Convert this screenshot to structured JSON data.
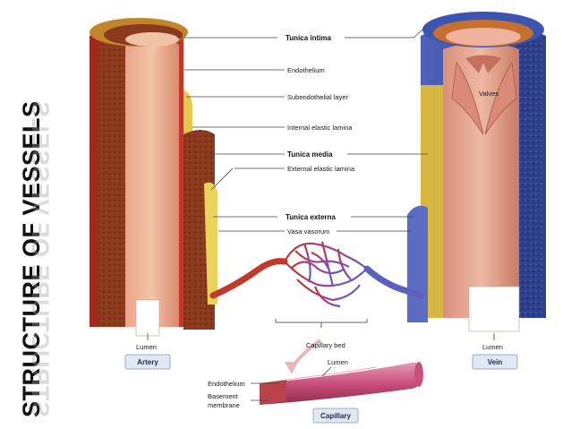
{
  "title": "STRUCTURE OF VESSELS",
  "labels": {
    "tunica_intima": "Tunica intima",
    "endothelium": "Endothelium",
    "subendothelial_layer": "Subendothelial layer",
    "internal_elastic_lamina": "Internal elastic lamina",
    "tunica_media": "Tunica media",
    "external_elastic_lamina": "External elastic lamina",
    "tunica_externa": "Tunica externa",
    "vasa_vasorum": "Vasa vasorum",
    "valves": "Valves",
    "lumen_artery": "Lumen",
    "lumen_vein": "Lumen",
    "capillary_bed": "Capillary bed",
    "lumen_capillary": "Lumen",
    "endothelium_capillary": "Endothelium",
    "basement_membrane_line1": "Basement",
    "basement_membrane_line2": "membrane"
  },
  "boxes": {
    "artery": "Artery",
    "vein": "Vein",
    "capillary": "Capillary"
  },
  "colors": {
    "artery_red": "#c0392b",
    "vein_blue": "#3b4fa3",
    "media_brown": "#8b3a1e",
    "elastic_yellow": "#e6c84a",
    "label_box_fill": "#dfe8f3",
    "label_box_stroke": "#8a9bb8"
  }
}
